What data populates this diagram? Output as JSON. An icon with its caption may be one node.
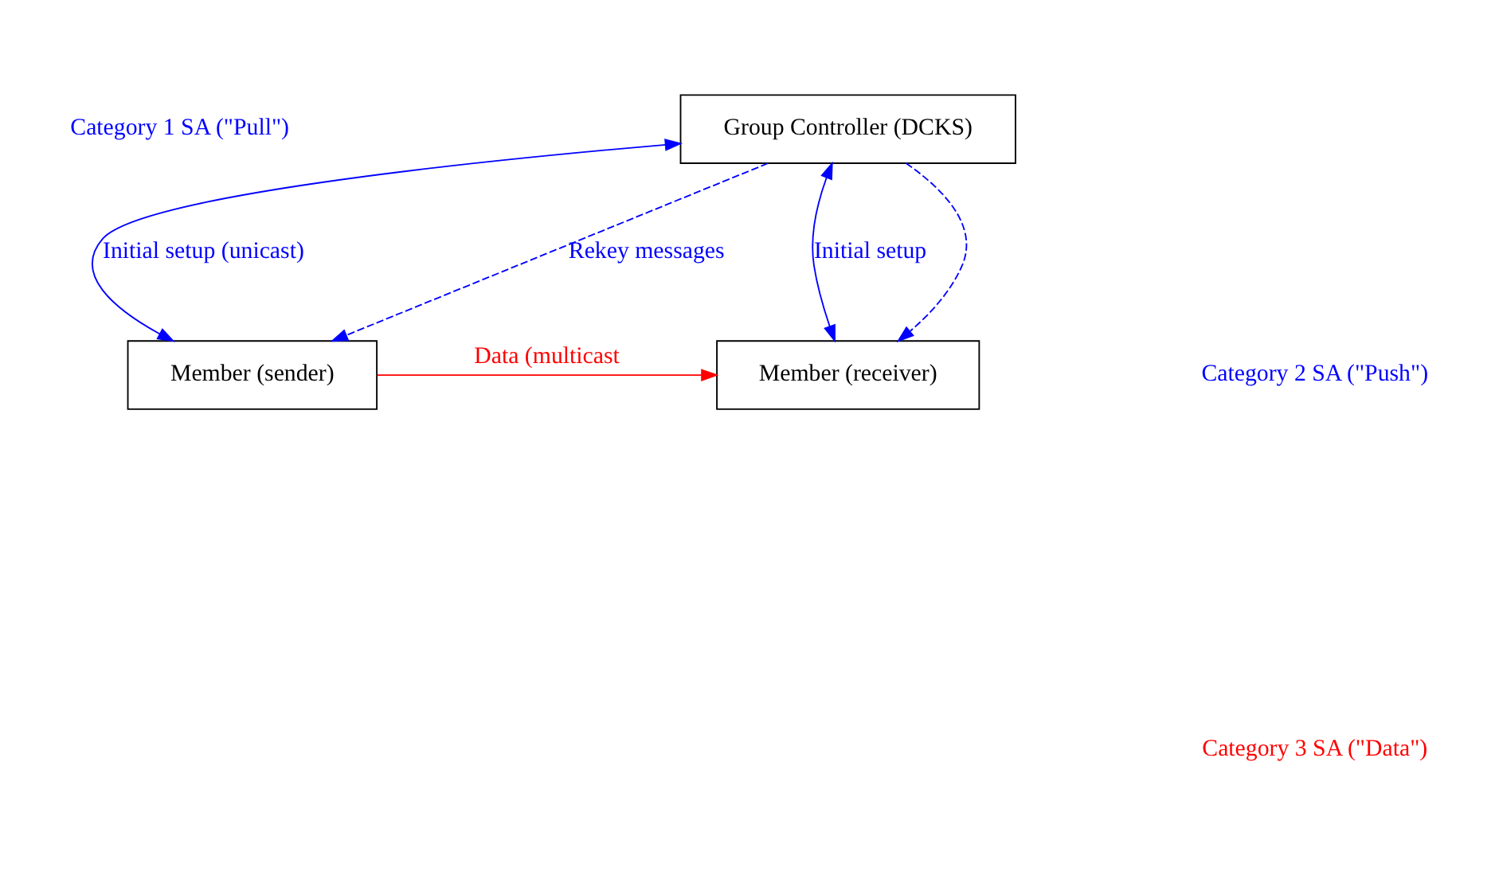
{
  "diagram": {
    "nodes": [
      {
        "text": [
          "Group Controller (DCKS)"
        ]
      },
      {
        "text": [
          "Member (sender)"
        ]
      },
      {
        "text": [
          "Member (receiver)"
        ]
      }
    ],
    "edges": [
      {
        "from": 0,
        "to": 1,
        "arrow": "both",
        "label": "Initial setup (unicast)"
      },
      {
        "from": 0,
        "to": 2,
        "arrow": "both",
        "label": "Initial setup"
      },
      {
        "from": 0,
        "to": 1,
        "arrow": "to",
        "style": "dashed",
        "label": "Rekey messages"
      },
      {
        "from": 0,
        "to": 2,
        "arrow": "to",
        "style": "dashed"
      },
      {
        "from": 1,
        "to": 2,
        "arrow": "to",
        "label": "Data (multicast",
        "color": "#ff0000"
      }
    ],
    "labels": [
      "Category 1 SA (\"Pull\")",
      "Category 2 SA (\"Push\")",
      "Category 3 SA (\"Data\")"
    ]
  }
}
